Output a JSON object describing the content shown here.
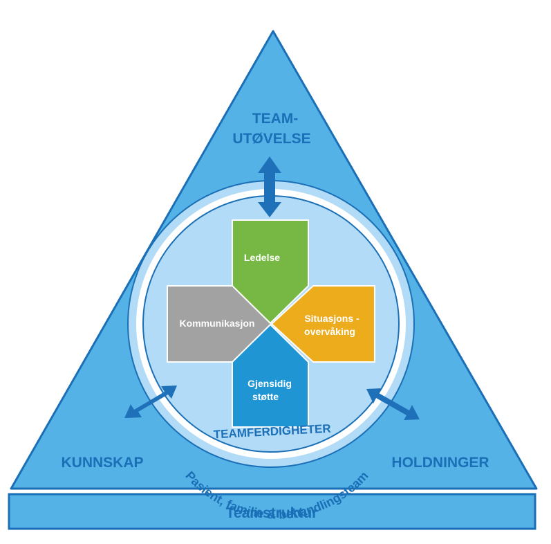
{
  "colors": {
    "triangle_fill": "#55b2e6",
    "outline": "#1a6fb6",
    "circle_fill": "#b1dbf6",
    "white": "#ffffff",
    "arrow": "#1e71b8",
    "text_blue": "#1a6fb6",
    "leadership": "#77b844",
    "situation": "#edac1c",
    "support": "#1f95d4",
    "communication": "#a2a2a2"
  },
  "corners": {
    "top_line1": "TEAM-",
    "top_line2": "UTØVELSE",
    "left": "KUNNSKAP",
    "right": "HOLDNINGER"
  },
  "base": {
    "label": "Teamstruktur"
  },
  "circle": {
    "title": "TEAMFERDIGHETER",
    "ring_text": "Pasient, familie & behandlingsteam"
  },
  "skills": {
    "leadership": "Ledelse",
    "communication": "Kommunikasjon",
    "situation_line1": "Situasjons -",
    "situation_line2": "overvåking",
    "support_line1": "Gjensidig",
    "support_line2": "støtte"
  }
}
